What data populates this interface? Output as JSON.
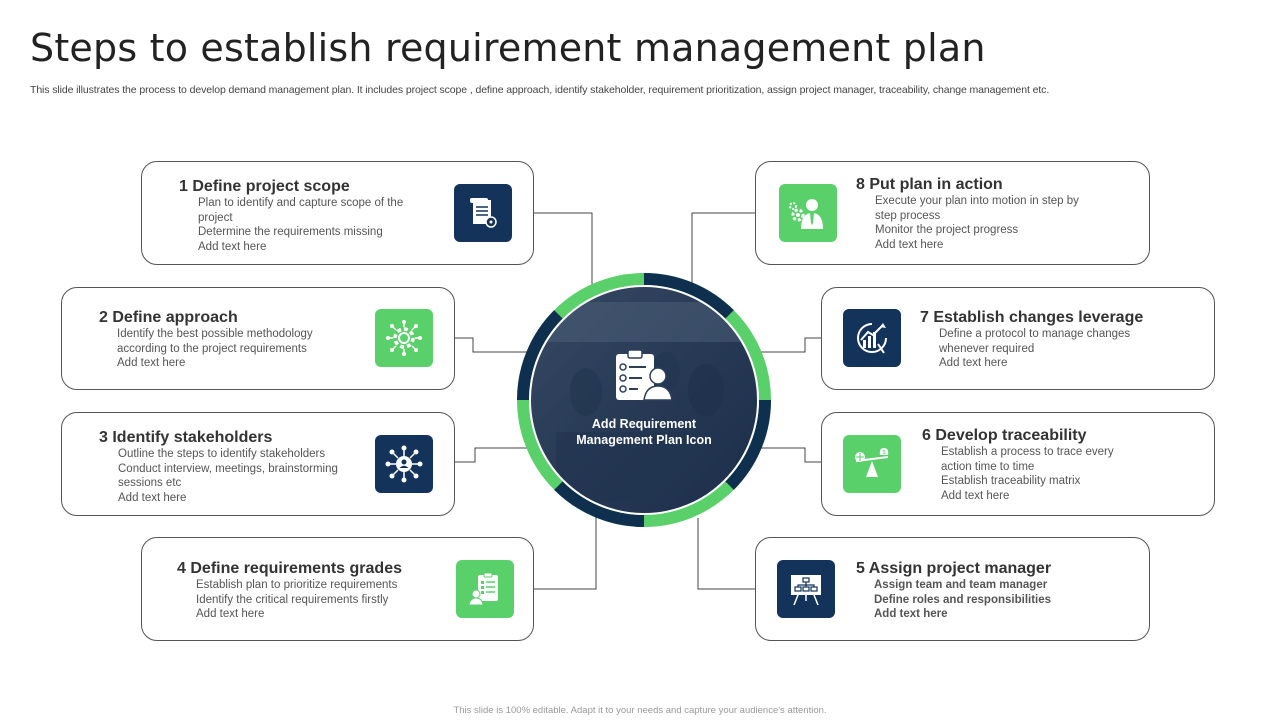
{
  "header": {
    "title": "Steps to establish requirement management plan",
    "subtitle": "This slide illustrates the process to develop demand management plan. It includes project scope , define approach, identify stakeholder, requirement prioritization, assign project manager, traceability, change management etc."
  },
  "center": {
    "label_line1": "Add Requirement",
    "label_line2": "Management Plan Icon",
    "icon": "checklist-user-icon"
  },
  "steps": {
    "s1": {
      "number": "1",
      "title": "Define project scope",
      "icon": "document-scroll-icon",
      "lines": [
        "Plan to identify and capture scope of the",
        "project",
        "Determine the requirements missing",
        "Add text here"
      ]
    },
    "s2": {
      "number": "2",
      "title": "Define approach",
      "icon": "gear-network-icon",
      "lines": [
        "Identify the best possible methodology",
        "according to the project requirements",
        "Add text here"
      ]
    },
    "s3": {
      "number": "3",
      "title": "Identify stakeholders",
      "icon": "stakeholder-network-icon",
      "lines": [
        "Outline the steps to identify stakeholders",
        "Conduct interview, meetings, brainstorming",
        "sessions etc",
        "Add text here"
      ]
    },
    "s4": {
      "number": "4",
      "title": "Define requirements grades",
      "icon": "checklist-person-icon",
      "lines": [
        "Establish plan to prioritize requirements",
        "Identify the critical requirements firstly",
        "Add text here"
      ]
    },
    "s5": {
      "number": "5",
      "title": "Assign project manager",
      "icon": "presentation-board-icon",
      "lines": [
        "Assign team and team manager",
        "Define roles and responsibilities",
        "Add  text here"
      ]
    },
    "s6": {
      "number": "6",
      "title": "Develop traceability",
      "icon": "balance-scale-icon",
      "lines": [
        "Establish a process to trace every",
        "action time to time",
        "Establish traceability matrix",
        "Add text here"
      ]
    },
    "s7": {
      "number": "7",
      "title": "Establish changes leverage",
      "icon": "growth-chart-icon",
      "lines": [
        "Define a protocol to manage changes",
        "whenever required",
        "Add text here"
      ]
    },
    "s8": {
      "number": "8",
      "title": "Put plan in action",
      "icon": "gear-manager-icon",
      "lines": [
        "Execute your plan into motion in step by",
        "step process",
        "Monitor the project progress",
        "Add text here"
      ]
    }
  },
  "colors": {
    "navy": "#13335a",
    "green": "#5ad06b",
    "ring_dark": "#0f2f4f"
  },
  "footer": {
    "text": "This slide is 100% editable. Adapt it to your needs and capture your audience's attention."
  }
}
